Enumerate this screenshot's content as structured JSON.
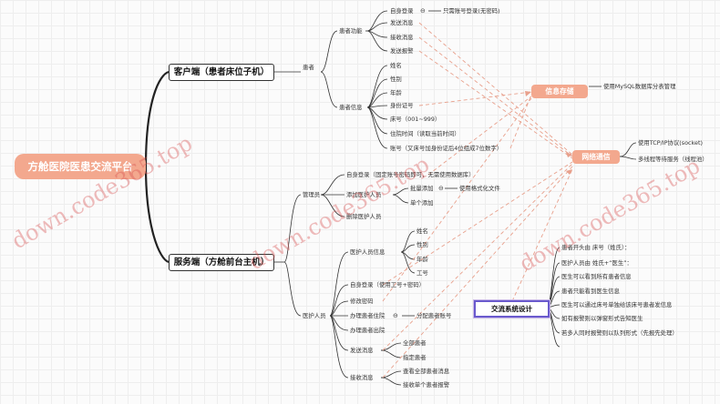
{
  "root": "方舱医院医患交流平台",
  "client": {
    "title": "客户端（患者床位子机）",
    "group": "患者",
    "functions_label": "患者功能",
    "functions": [
      "自身登录",
      "发送消息",
      "接收消息",
      "发送报警"
    ],
    "login_note": "只需账号登录(无密码)",
    "info_label": "患者信息",
    "info": [
      "姓名",
      "性别",
      "年龄",
      "身份证号",
      "床号（001~999）",
      "住院时间（读取当前时间）",
      "账号（又床号加身份证后4位组成7位数字）"
    ]
  },
  "server": {
    "title": "服务端（方舱前台主机）",
    "admin_label": "管理员",
    "admin_items": [
      "自身登录（固定账号密码即可，无需使用数据库）",
      "添加医护人员",
      "删除医护人员"
    ],
    "add_sub": [
      "批量添加",
      "单个添加"
    ],
    "batch_note": "使用格式化文件",
    "staff_label": "医护人员",
    "staff_info_label": "医护人员信息",
    "staff_info": [
      "姓名",
      "性别",
      "年龄",
      "工号"
    ],
    "staff_items": [
      "自身登录（使用工号+密码）",
      "修改密码",
      "办理患者住院",
      "办理患者出院",
      "发送消息",
      "接收消息"
    ],
    "admit_note": "分配患者账号",
    "send_sub": [
      "全部患者",
      "指定患者"
    ],
    "recv_sub": [
      "查看全部患者消息",
      "接收单个患者报警"
    ]
  },
  "storage": {
    "label": "信息存储",
    "note": "使用MySQL数据库分表管理"
  },
  "network": {
    "label": "网络通信",
    "notes": [
      "使用TCP/IP协议(socket)",
      "多线程等待服务（线程池）"
    ]
  },
  "design": {
    "label": "交流系统设计",
    "rules": [
      "患者开头由 床号（姓氏）：",
      "医护人员由 姓氏+“医生”：",
      "医生可以看到所有患者信息",
      "患者只能看到医生信息",
      "医生可以通过床号单独给该床号患者发信息",
      "如有报警则以弹窗形式告知医生",
      "若多人同时报警则以队列形式（先报先处理）"
    ]
  },
  "watermark": "down.code365.top",
  "colors": {
    "accent": "#f3a88e",
    "link": "#e8a08c",
    "frame": "#6a5acd"
  }
}
